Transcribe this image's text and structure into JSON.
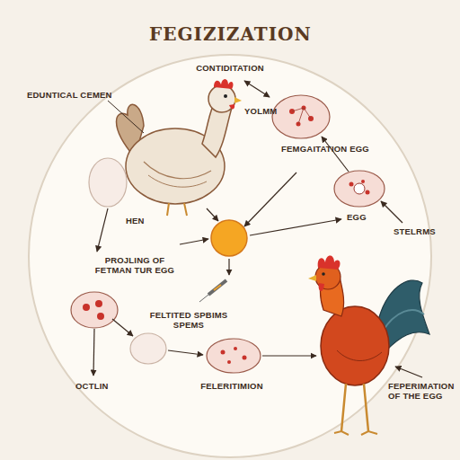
{
  "diagram": {
    "title": "FEGIZIZATION",
    "labels": [
      "EDUNTICAL CEMEN",
      "CONTIDITATION",
      "YOLMM",
      "FEMGAITATION EGG",
      "HEN",
      "EGG",
      "STELRMS",
      "PROJLING OF FETMAN TUR EGG",
      "FELTITED SPBIMS SPEMS",
      "OCTLIN",
      "FELERITIMION",
      "FEPERIMATION OF THE EGG"
    ]
  }
}
